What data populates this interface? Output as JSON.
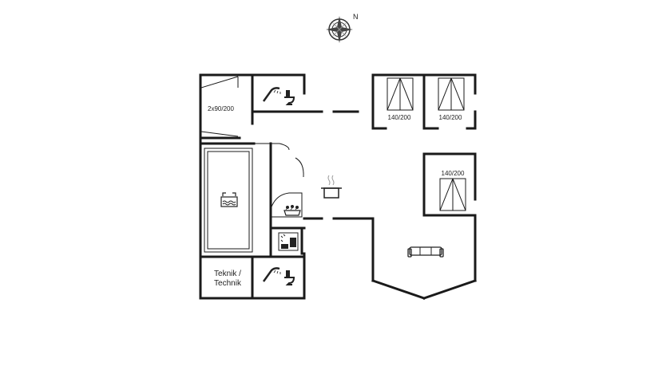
{
  "compass": {
    "north_label": "N"
  },
  "rooms": {
    "bedroom_bunk": {
      "bed_label": "2x90/200"
    },
    "bedroom_a": {
      "bed_label": "140/200"
    },
    "bedroom_b": {
      "bed_label": "140/200"
    },
    "bedroom_c": {
      "bed_label": "140/200"
    },
    "technical": {
      "label_line1": "Teknik /",
      "label_line2": "Technik"
    }
  },
  "icons": {
    "bathroom_top": "shower-toilet-icon",
    "bathroom_bottom": "shower-toilet-icon",
    "pool": "pool-icon",
    "spa": "spa-icon",
    "sauna": "sauna-icon",
    "kitchen": "cooking-pot-icon",
    "living": "sofa-icon",
    "compass": "compass-rose-icon"
  }
}
